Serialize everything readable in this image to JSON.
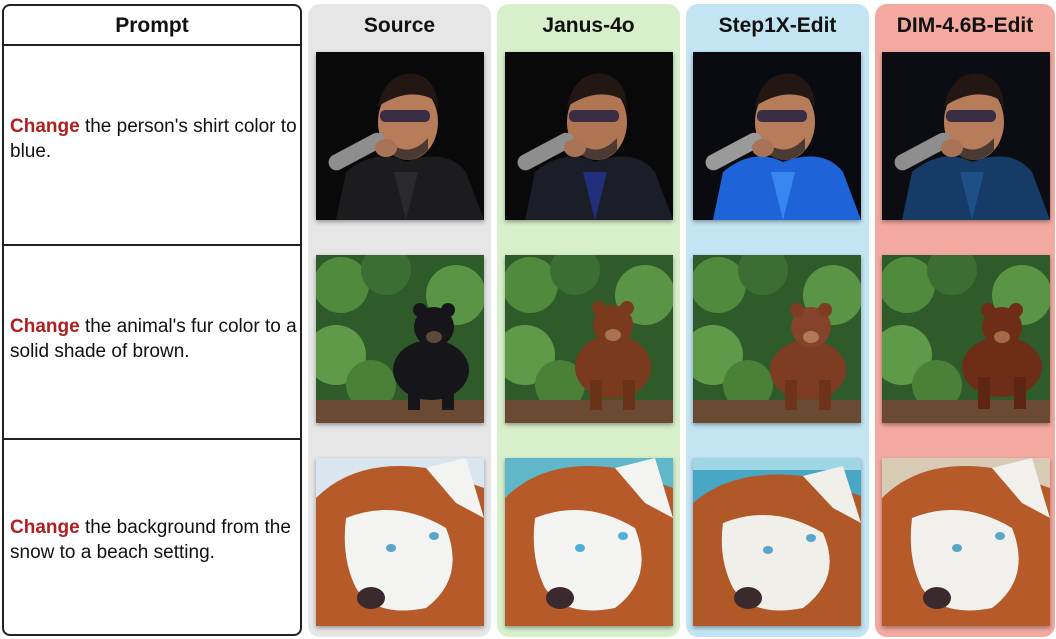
{
  "headers": {
    "prompt": "Prompt",
    "columns": [
      "Source",
      "Janus-4o",
      "Step1X-Edit",
      "DIM-4.6B-Edit"
    ]
  },
  "column_colors": {
    "source": "#e6e6e6",
    "janus": "#d8efcb",
    "step1x": "#c3e4f3",
    "dim": "#f3a99f"
  },
  "prompt_verb_color": "#b01f1f",
  "rows": [
    {
      "verb": "Change",
      "text": " the person's shirt color to blue."
    },
    {
      "verb": "Change",
      "text": " the animal's fur color to a solid shade of brown."
    },
    {
      "verb": "Change",
      "text": " the background from the snow to a beach setting."
    }
  ],
  "image_subjects": {
    "row1": "man-singing-with-microphone",
    "row2": "bear-in-forest",
    "row3": "husky-dog-lying"
  }
}
